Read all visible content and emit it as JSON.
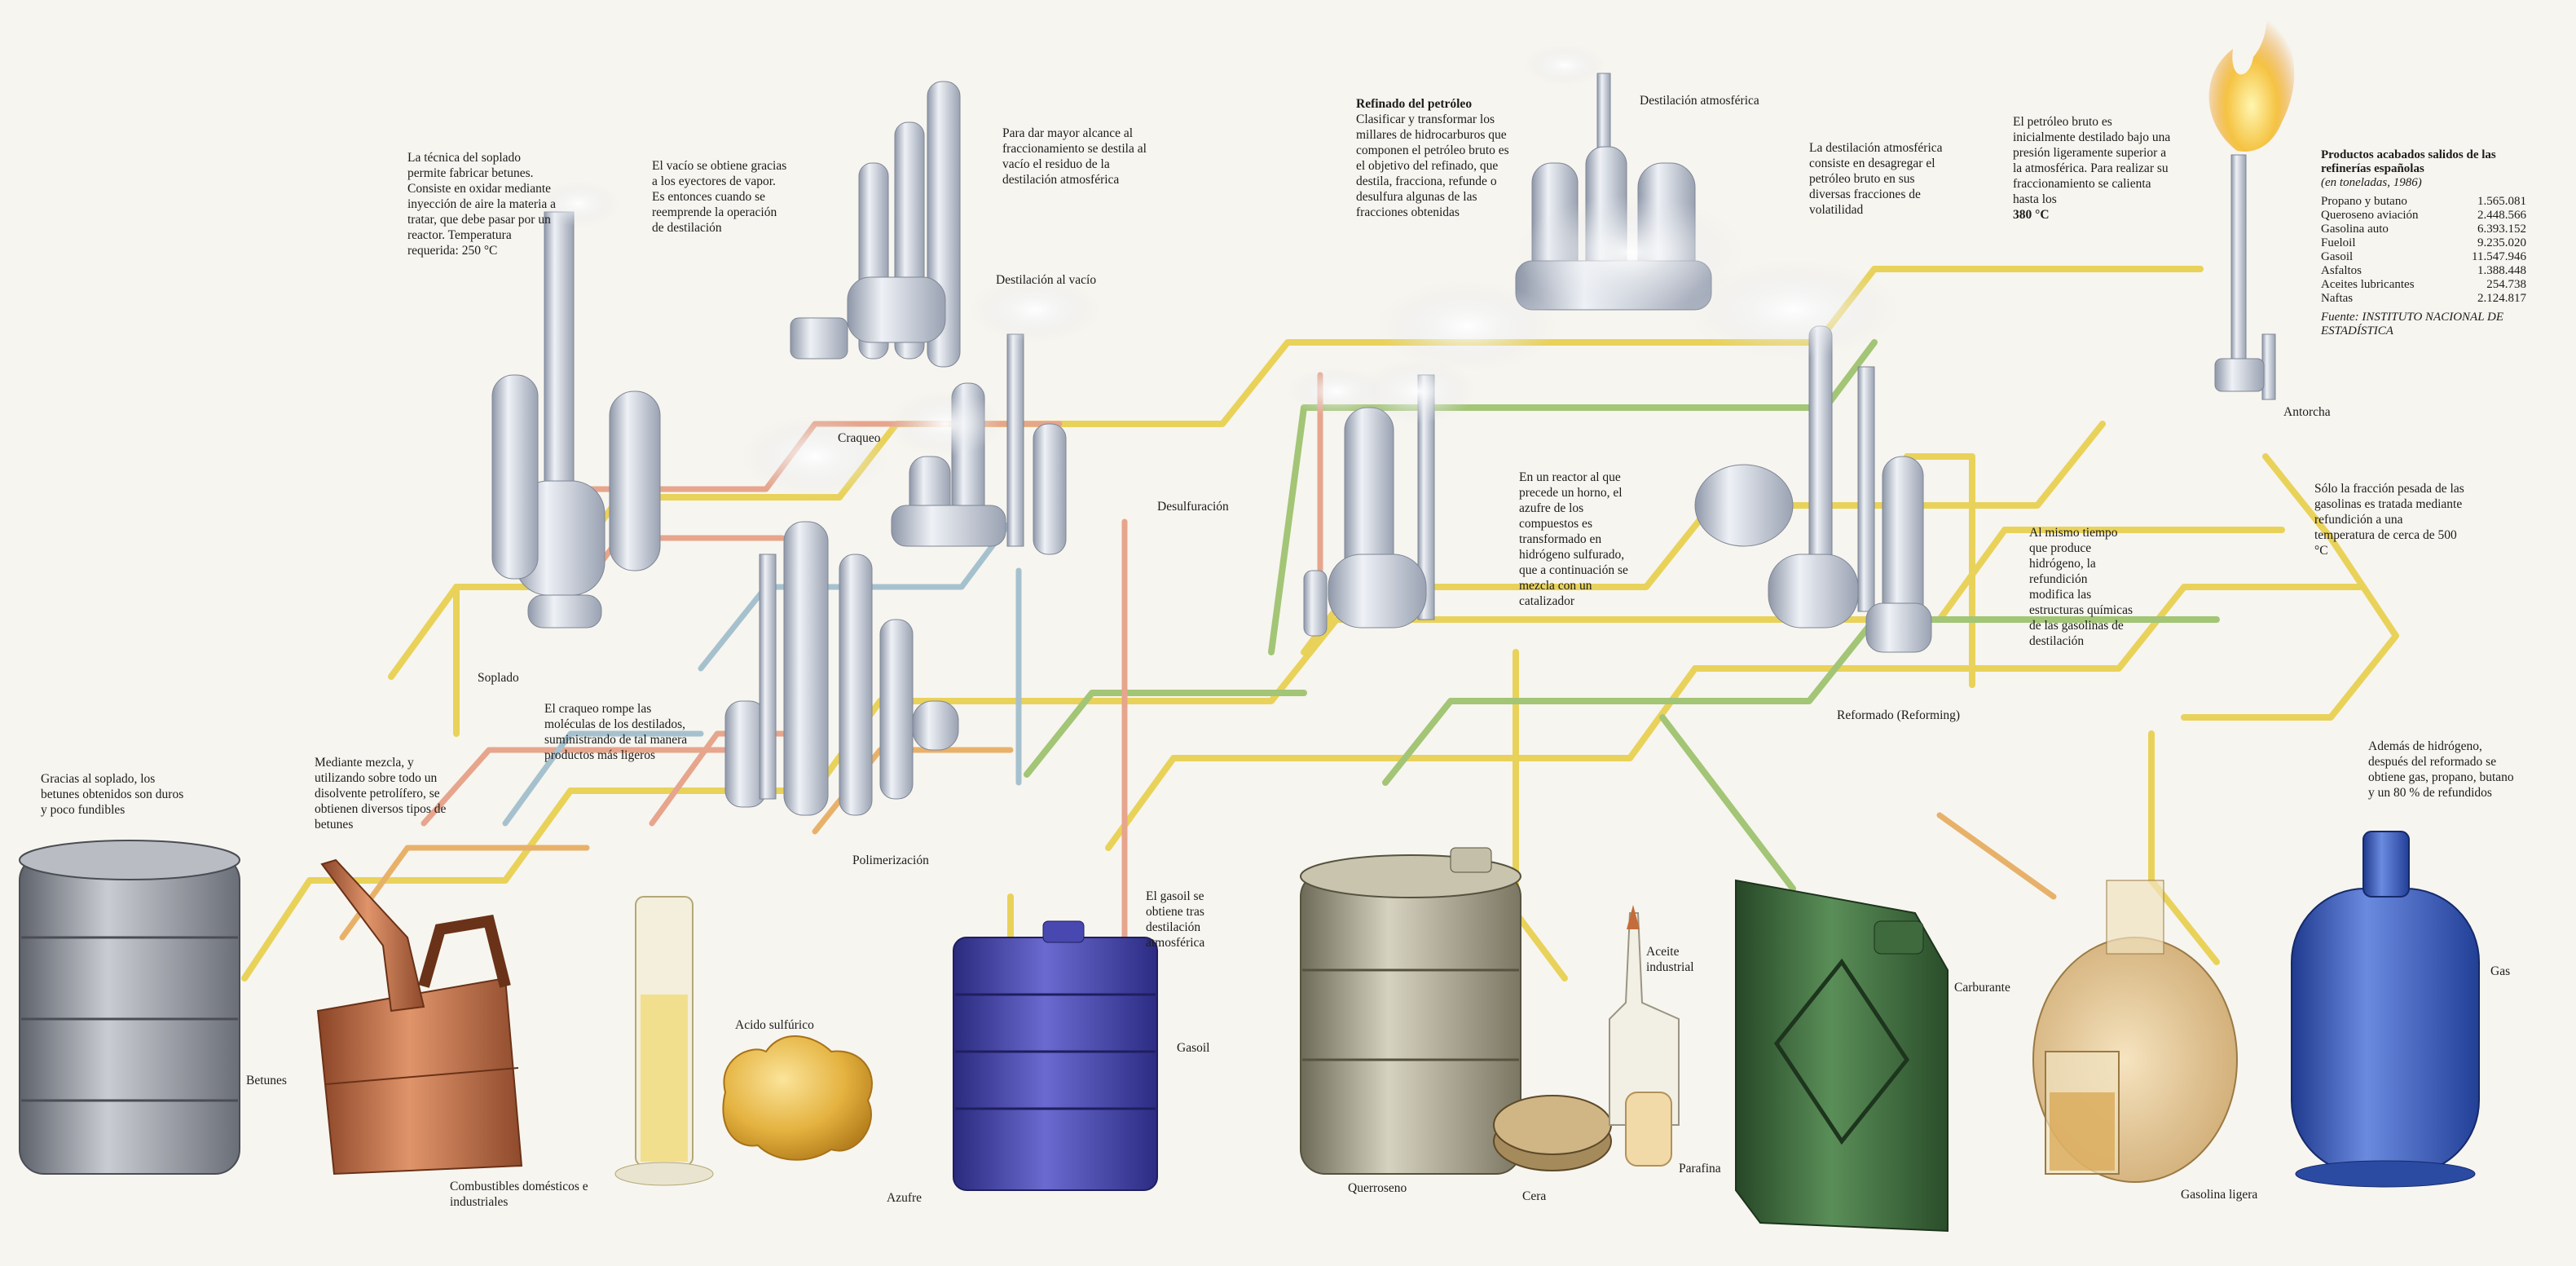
{
  "notes": {
    "soplado": "La técnica del soplado permite fabricar betunes. Consiste en oxidar mediante inyección de aire la materia a tratar, que debe pasar por un reactor. Temperatura requerida: 250 °C",
    "vacio": "El vacío se obtiene gracias a los eyectores de vapor. Es entonces cuando se reemprende la operación de destilación",
    "fraccionamiento": "Para dar mayor alcance al fraccionamiento se destila al vacío el residuo de la destilación atmosférica",
    "refinado_title": "Refinado del petróleo",
    "refinado_body": "Clasificar y transformar los millares de hidrocarburos que componen el petróleo bruto es el objetivo del refinado, que destila, fracciona, refunde o desulfura algunas de las fracciones obtenidas",
    "destilacion_atm": "La destilación atmosférica consiste en desagregar el petróleo bruto en sus diversas fracciones de volatilidad",
    "bruto": "El petróleo bruto es inicialmente destilado bajo una presión ligeramente superior a la atmosférica. Para realizar su fraccionamiento se calienta hasta los",
    "bruto_temp": "380 °C",
    "reactor": "En un reactor al que precede un horno, el azufre de los compuestos es transformado en hidrógeno sulfurado, que a continuación se mezcla con un catalizador",
    "refundicion": "Al mismo tiempo que produce hidrógeno, la refundición modifica las estructuras químicas de las gasolinas de destilación",
    "fraccion_pesada": "Sólo la fracción pesada de las gasolinas es tratada mediante refundición a una temperatura de cerca de 500 °C",
    "craqueo": "El craqueo rompe las moléculas de los destilados, suministrando de tal manera productos más ligeros",
    "gracias_soplado": "Gracias al soplado, los betunes obtenidos son duros y poco fundibles",
    "mezcla": "Mediante mezcla, y utilizando sobre todo un disolvente petrolífero, se obtienen diversos tipos de betunes",
    "gasoil_note": "El gasoil se obtiene tras destilación atmosférica",
    "hidrogeno": "Además de hidrógeno, después del reformado se obtiene gas, propano, butano y un 80 % de refundidos"
  },
  "labels": {
    "destilacion_atmosferica": "Destilación atmosférica",
    "destilacion_vacio": "Destilación al vacío",
    "craqueo": "Craqueo",
    "soplado": "Soplado",
    "desulfuracion": "Desulfuración",
    "polimerizacion": "Polimerización",
    "reformado": "Reformado (Reforming)",
    "antorcha": "Antorcha",
    "betunes": "Betunes",
    "combustibles": "Combustibles domésticos e industriales",
    "acido": "Acido sulfúrico",
    "azufre": "Azufre",
    "gasoil": "Gasoil",
    "queroseno": "Querroseno",
    "cera": "Cera",
    "aceite": "Aceite industrial",
    "parafina": "Parafina",
    "carburante": "Carburante",
    "gasolina_ligera": "Gasolina ligera",
    "gas": "Gas"
  },
  "stats": {
    "title": "Productos acabados salidos de las refinerías españolas",
    "subtitle": "(en toneladas, 1986)",
    "rows": [
      {
        "name": "Propano y butano",
        "value": "1.565.081"
      },
      {
        "name": "Queroseno aviación",
        "value": "2.448.566"
      },
      {
        "name": "Gasolina auto",
        "value": "6.393.152"
      },
      {
        "name": "Fueloil",
        "value": "9.235.020"
      },
      {
        "name": "Gasoil",
        "value": "11.547.946"
      },
      {
        "name": "Asfaltos",
        "value": "1.388.448"
      },
      {
        "name": "Aceites lubricantes",
        "value": "254.738"
      },
      {
        "name": "Naftas",
        "value": "2.124.817"
      }
    ],
    "source": "Fuente: INSTITUTO NACIONAL DE ESTADÍSTICA"
  },
  "colors": {
    "pipe_yellow": "#f0d85a",
    "pipe_green": "#a8c77a",
    "pipe_pink": "#e8a98f",
    "pipe_blue": "#a9c3cf",
    "pipe_orange": "#e9b26a",
    "steel": "#c6ccd6",
    "drum_grey": "#8c9099",
    "jerrycan_blue": "#3e3e9c",
    "jerrycan_green": "#3d6a3c",
    "gas_bottle": "#3656b4",
    "copper": "#b9673e",
    "sulfur": "#e4b23f"
  },
  "icons": [
    "smoke-plume-icon",
    "flame-icon"
  ]
}
